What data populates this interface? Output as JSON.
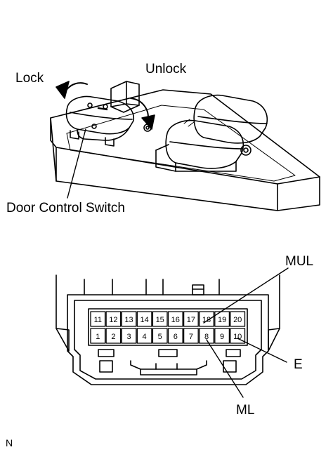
{
  "labels": {
    "lock": "Lock",
    "unlock": "Unlock",
    "door_control_switch": "Door Control Switch",
    "mul": "MUL",
    "e": "E",
    "ml": "ML",
    "corner_code": "N"
  },
  "connector": {
    "top_row": [
      "11",
      "12",
      "13",
      "14",
      "15",
      "16",
      "17",
      "18",
      "19",
      "20"
    ],
    "bottom_row": [
      "1",
      "2",
      "3",
      "4",
      "5",
      "6",
      "7",
      "8",
      "9",
      "10"
    ]
  }
}
